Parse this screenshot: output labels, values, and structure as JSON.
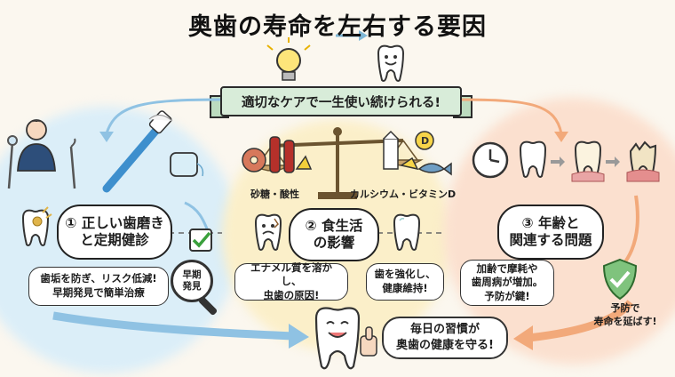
{
  "title": "奥歯の寿命を左右する要因",
  "banner": "適切なケアで一生使い続けられる!",
  "sections": [
    {
      "heading": "① 正しい歯磨き\nと定期健診",
      "caption": "歯垢を防ぎ、リスク低減!\n早期発見で簡単治療",
      "magnifier_label": "早期\n発見"
    },
    {
      "heading": "② 食生活\nの影響",
      "left_label": "砂糖・酸性",
      "right_label": "カルシウム・ビタミンD",
      "left_caption": "エナメル質を溶かし、\n虫歯の原因!",
      "right_caption": "歯を強化し、\n健康維持!"
    },
    {
      "heading": "③ 年齢と\n関連する問題",
      "caption": "加齢で摩耗や\n歯周病が増加。\n予防が鍵!",
      "shield_caption": "予防で\n寿命を延ばす!"
    }
  ],
  "center_bubble": "毎日の習慣が\n奥歯の健康を守る!",
  "colors": {
    "zone_blue": "#dbeef8",
    "zone_yellow": "#fbefc9",
    "zone_orange": "#fbe0cf",
    "arrow_blue": "#8fc2e3",
    "arrow_orange": "#f2a97a",
    "banner_green": "#d8ecd9"
  }
}
